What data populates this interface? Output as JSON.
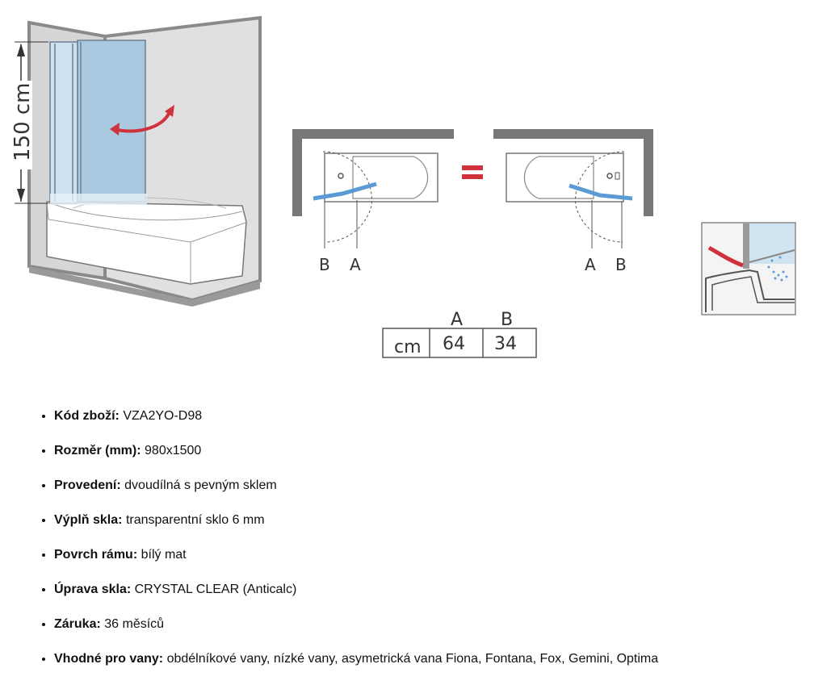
{
  "illustration": {
    "height_label": "150 cm",
    "plan_left_labels": {
      "b": "B",
      "a": "A"
    },
    "plan_right_labels": {
      "a": "A",
      "b": "B"
    },
    "equals_sign": "="
  },
  "dimension_table": {
    "headers": [
      "A",
      "B"
    ],
    "unit": "cm",
    "values": [
      "64",
      "34"
    ]
  },
  "specs": [
    {
      "label": "Kód zboží:",
      "value": "VZA2YO-D98"
    },
    {
      "label": "Rozměr (mm):",
      "value": "980x1500"
    },
    {
      "label": "Provedení:",
      "value": "dvoudílná s pevným sklem"
    },
    {
      "label": "Výplň skla:",
      "value": "transparentní sklo 6 mm"
    },
    {
      "label": "Povrch rámu:",
      "value": "bílý mat"
    },
    {
      "label": "Úprava skla:",
      "value": "CRYSTAL CLEAR (Anticalc)"
    },
    {
      "label": "Záruka:",
      "value": "36 měsíců"
    },
    {
      "label": "Vhodné pro vany:",
      "value": "obdélníkové vany, nízké vany, asymetrická vana Fiona, Fontana, Fox, Gemini, Optima"
    }
  ],
  "colors": {
    "wall": "#8a8a8a",
    "glass": "#aac8e0",
    "panel_line": "#5b9bd5",
    "accent_red": "#d0323c"
  }
}
